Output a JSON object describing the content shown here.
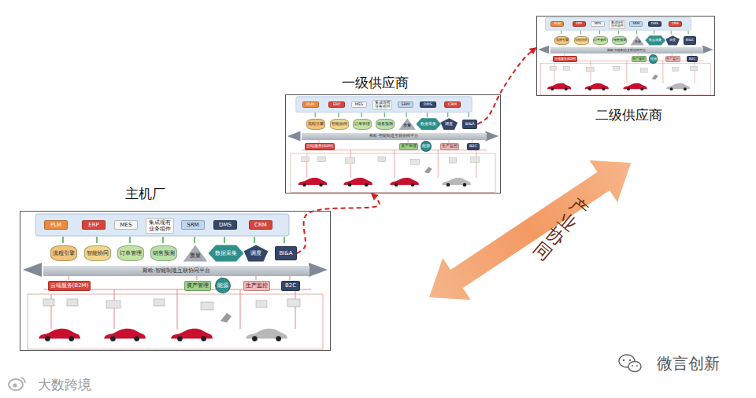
{
  "diagram": {
    "nodes": [
      {
        "text": [
          "主机厂"
        ]
      },
      {
        "text": [
          "PLM"
        ],
        "in": 0
      },
      {
        "text": [
          "ERP"
        ],
        "in": 0
      },
      {
        "text": [
          "MES"
        ],
        "in": 0
      },
      {
        "text": [
          "集成现有业务组件"
        ],
        "in": 0
      },
      {
        "text": [
          "SRM"
        ],
        "in": 0
      },
      {
        "text": [
          "DMS"
        ],
        "in": 0
      },
      {
        "text": [
          "CRM"
        ],
        "in": 0
      },
      {
        "text": [
          "流程引擎"
        ],
        "in": 0
      },
      {
        "text": [
          "智能协同"
        ],
        "in": 0
      },
      {
        "text": [
          "订单管理"
        ],
        "in": 0
      },
      {
        "text": [
          "销售预测"
        ],
        "in": 0
      },
      {
        "text": [
          "质量"
        ],
        "in": 0
      },
      {
        "text": [
          "数据采集"
        ],
        "in": 0
      },
      {
        "text": [
          "调度"
        ],
        "in": 0
      },
      {
        "text": [
          "BI&A"
        ],
        "in": 0
      },
      {
        "text": [
          "斯欧-智能制造互联协同平台"
        ],
        "in": 0
      },
      {
        "text": [
          "云端服务(B2M)"
        ],
        "in": 0
      },
      {
        "text": [
          "资产管理"
        ],
        "in": 0
      },
      {
        "text": [
          "能源"
        ],
        "in": 0
      },
      {
        "text": [
          "生产监控"
        ],
        "in": 0
      },
      {
        "text": [
          "B2C"
        ],
        "in": 0
      },
      {
        "text": [
          "一级供应商"
        ]
      },
      {
        "text": [
          "PLM"
        ],
        "in": 22
      },
      {
        "text": [
          "ERP"
        ],
        "in": 22
      },
      {
        "text": [
          "MES"
        ],
        "in": 22
      },
      {
        "text": [
          "集成现有业务组件"
        ],
        "in": 22
      },
      {
        "text": [
          "SRM"
        ],
        "in": 22
      },
      {
        "text": [
          "DMS"
        ],
        "in": 22
      },
      {
        "text": [
          "CRM"
        ],
        "in": 22
      },
      {
        "text": [
          "流程引擎"
        ],
        "in": 22
      },
      {
        "text": [
          "智能协同"
        ],
        "in": 22
      },
      {
        "text": [
          "订单管理"
        ],
        "in": 22
      },
      {
        "text": [
          "销售预测"
        ],
        "in": 22
      },
      {
        "text": [
          "质量"
        ],
        "in": 22
      },
      {
        "text": [
          "数据采集"
        ],
        "in": 22
      },
      {
        "text": [
          "调度"
        ],
        "in": 22
      },
      {
        "text": [
          "BI&A"
        ],
        "in": 22
      },
      {
        "text": [
          "斯欧-智能制造互联协同平台"
        ],
        "in": 22
      },
      {
        "text": [
          "云端服务(B2M)"
        ],
        "in": 22
      },
      {
        "text": [
          "资产管理"
        ],
        "in": 22
      },
      {
        "text": [
          "能源"
        ],
        "in": 22
      },
      {
        "text": [
          "生产监控"
        ],
        "in": 22
      },
      {
        "text": [
          "B2C"
        ],
        "in": 22
      },
      {
        "text": [
          "二级供应商"
        ]
      },
      {
        "text": [
          "PLM"
        ],
        "in": 44
      },
      {
        "text": [
          "ERP"
        ],
        "in": 44
      },
      {
        "text": [
          "MES"
        ],
        "in": 44
      },
      {
        "text": [
          "集成现有业务组件"
        ],
        "in": 44
      },
      {
        "text": [
          "SRM"
        ],
        "in": 44
      },
      {
        "text": [
          "DMS"
        ],
        "in": 44
      },
      {
        "text": [
          "CRM"
        ],
        "in": 44
      },
      {
        "text": [
          "流程引擎"
        ],
        "in": 44
      },
      {
        "text": [
          "智能协同"
        ],
        "in": 44
      },
      {
        "text": [
          "订单管理"
        ],
        "in": 44
      },
      {
        "text": [
          "销售预测"
        ],
        "in": 44
      },
      {
        "text": [
          "质量"
        ],
        "in": 44
      },
      {
        "text": [
          "数据采集"
        ],
        "in": 44
      },
      {
        "text": [
          "调度"
        ],
        "in": 44
      },
      {
        "text": [
          "BI&A"
        ],
        "in": 44
      },
      {
        "text": [
          "斯欧-智能制造互联协同平台"
        ],
        "in": 44
      },
      {
        "text": [
          "云端服务(B2M)"
        ],
        "in": 44
      },
      {
        "text": [
          "资产管理"
        ],
        "in": 44
      },
      {
        "text": [
          "能源"
        ],
        "in": 44
      },
      {
        "text": [
          "生产监控"
        ],
        "in": 44
      },
      {
        "text": [
          "B2C"
        ],
        "in": 44
      }
    ],
    "edges": [
      {
        "from": 15,
        "to": 22,
        "arrow": "to"
      },
      {
        "from": 37,
        "to": 44,
        "arrow": "to"
      }
    ],
    "labels": [
      "产业协同",
      "大数跨境",
      "微言创新"
    ]
  }
}
